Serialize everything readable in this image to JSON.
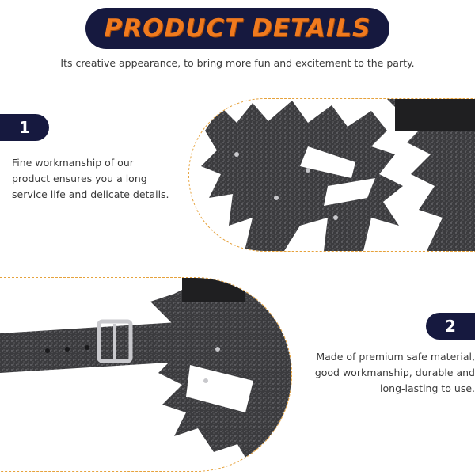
{
  "header": {
    "title": "PRODUCT DETAILS",
    "subtitle": "Its creative appearance, to bring more fun and excitement to the party."
  },
  "features": [
    {
      "number": "1",
      "lines": [
        "Fine workmanship of our",
        "product ensures you a long",
        "service life and delicate details."
      ]
    },
    {
      "number": "2",
      "lines": [
        "Made of premium safe material,",
        "good workmanship, durable and",
        "long-lasting to use."
      ]
    }
  ],
  "colors": {
    "navy": "#16193f",
    "orange": "#f07a1e",
    "dashed_border": "#e6a23c",
    "mask": "#3b3b3e"
  }
}
